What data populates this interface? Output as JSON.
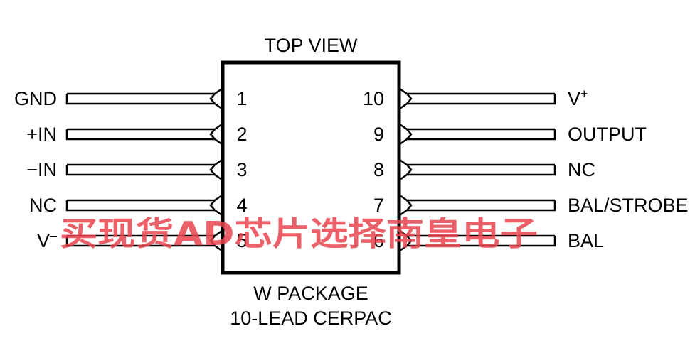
{
  "view_label": "TOP VIEW",
  "package_line1": "W PACKAGE",
  "package_line2": "10-LEAD CERPAC",
  "left_pins": [
    {
      "number": "1",
      "name": "GND"
    },
    {
      "number": "2",
      "name": "+IN"
    },
    {
      "number": "3",
      "name": "−IN"
    },
    {
      "number": "4",
      "name": "NC"
    },
    {
      "number": "5",
      "name": "V",
      "sup": "–"
    }
  ],
  "right_pins": [
    {
      "number": "10",
      "name": "V",
      "sup": "+"
    },
    {
      "number": "9",
      "name": "OUTPUT"
    },
    {
      "number": "8",
      "name": "NC"
    },
    {
      "number": "7",
      "name": "BAL/STROBE"
    },
    {
      "number": "6",
      "name": "BAL"
    }
  ],
  "watermark": "买现货AD芯片选择南皇电子",
  "colors": {
    "line": "#000000",
    "watermark": "#e8434d"
  }
}
